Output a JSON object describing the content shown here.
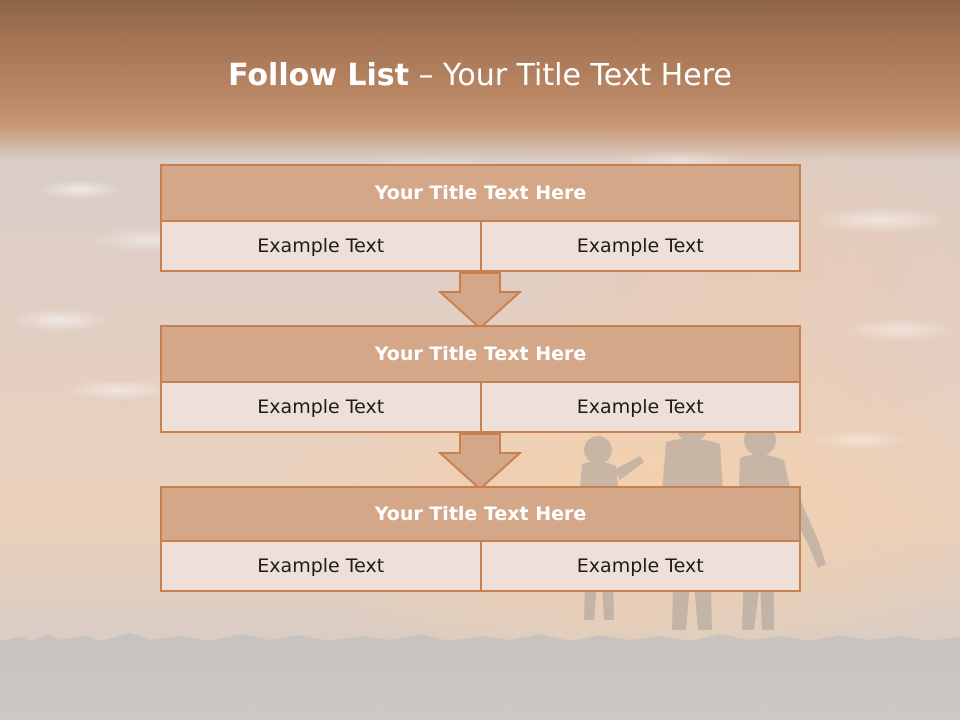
{
  "slide": {
    "title_bold": "Follow List",
    "title_rest": " – Your Title Text Here"
  },
  "steps": [
    {
      "title": "Your Title Text Here",
      "left": "Example Text",
      "right": "Example Text"
    },
    {
      "title": "Your Title Text Here",
      "left": "Example Text",
      "right": "Example Text"
    },
    {
      "title": "Your Title Text Here",
      "left": "Example Text",
      "right": "Example Text"
    }
  ],
  "colors": {
    "accent": "#c7804f",
    "title_fill": "#d3a787",
    "cell_fill": "#eee0d8",
    "header_band": "#a67555"
  },
  "icons": [
    "down-arrow-icon",
    "down-arrow-icon"
  ]
}
